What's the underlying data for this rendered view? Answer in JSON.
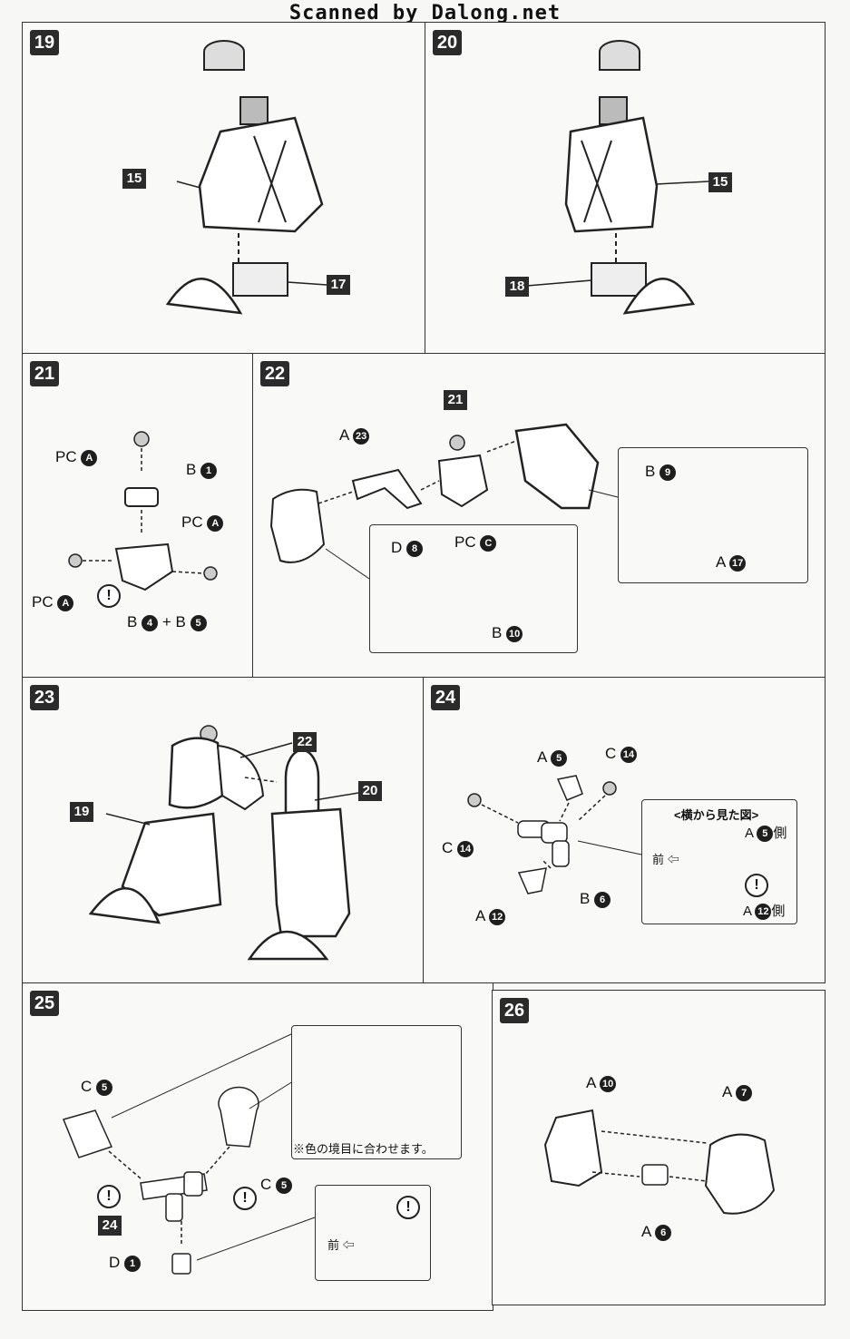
{
  "header": "Scanned by Dalong.net",
  "steps": {
    "s19": {
      "num": "19",
      "tags": [
        "15",
        "17"
      ]
    },
    "s20": {
      "num": "20",
      "tags": [
        "15",
        "18"
      ]
    },
    "s21": {
      "num": "21",
      "labels": {
        "pc_top": "PC",
        "pc_top_c": "A",
        "b1": "B",
        "b1_c": "1",
        "pc_right": "PC",
        "pc_right_c": "A",
        "pc_left": "PC",
        "pc_left_c": "A",
        "b4": "B",
        "b4_c": "4",
        "plus": "+ B",
        "b5_c": "5"
      }
    },
    "s22": {
      "num": "22",
      "tag21": "21",
      "labels": {
        "a23": "A",
        "a23_c": "23",
        "b9": "B",
        "b9_c": "9",
        "a17": "A",
        "a17_c": "17",
        "d8": "D",
        "d8_c": "8",
        "pcc": "PC",
        "pcc_c": "C",
        "b10": "B",
        "b10_c": "10"
      }
    },
    "s23": {
      "num": "23",
      "tags": [
        "22",
        "19",
        "20"
      ]
    },
    "s24": {
      "num": "24",
      "labels": {
        "a5": "A",
        "a5_c": "5",
        "c14a": "C",
        "c14a_c": "14",
        "c14b": "C",
        "c14b_c": "14",
        "b6": "B",
        "b6_c": "6",
        "a12": "A",
        "a12_c": "12",
        "inset_title": "<横から見た図>",
        "a5side": "A",
        "a5side_c": "5",
        "a5side_s": "側",
        "front": "前 ⇦",
        "a12side": "A",
        "a12side_c": "12",
        "a12side_s": "側"
      }
    },
    "s25": {
      "num": "25",
      "tag24": "24",
      "labels": {
        "c5a": "C",
        "c5a_c": "5",
        "c5b": "C",
        "c5b_c": "5",
        "d1": "D",
        "d1_c": "1",
        "note": "※色の境目に合わせます。",
        "front": "前 ⇦"
      }
    },
    "s26": {
      "num": "26",
      "labels": {
        "a10": "A",
        "a10_c": "10",
        "a7": "A",
        "a7_c": "7",
        "a6": "A",
        "a6_c": "6"
      }
    }
  },
  "warn_glyph": "!"
}
